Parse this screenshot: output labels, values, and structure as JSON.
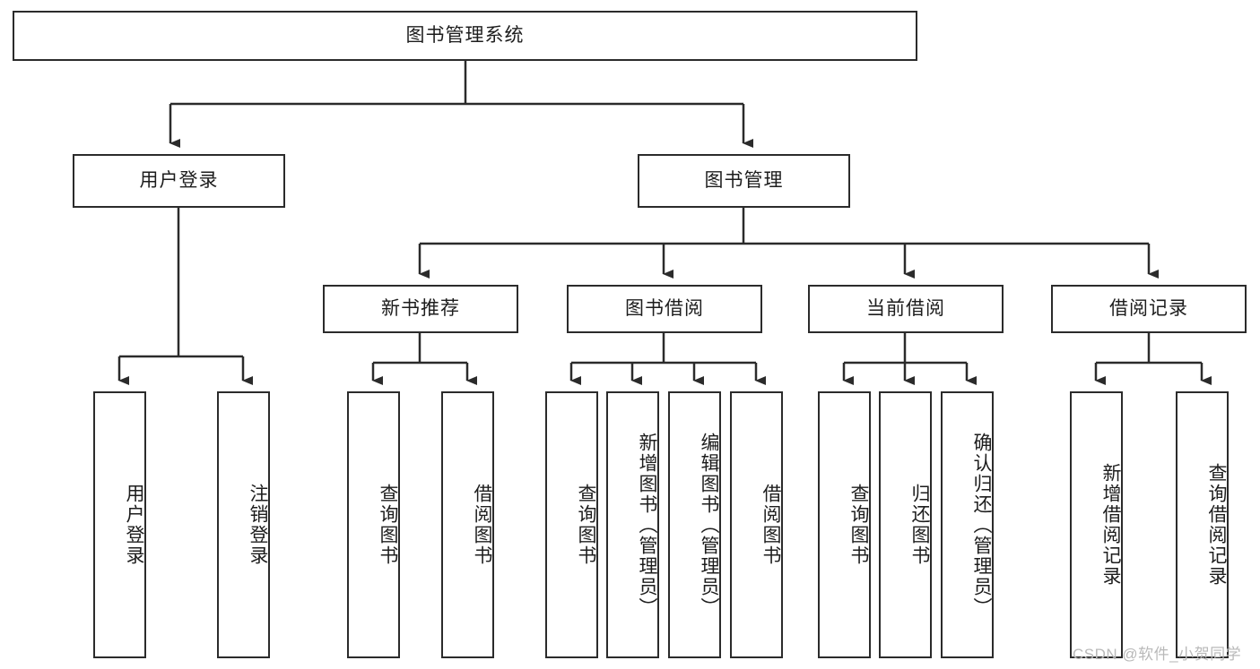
{
  "diagram": {
    "type": "tree-hierarchy-chart",
    "title": "图书管理系统",
    "orientation": "top-down",
    "line_color": "#2b2b2b",
    "box_fill": "#ffffff",
    "text_color": "#1d1d1d"
  },
  "nodes": {
    "root": {
      "label": "图书管理系统",
      "level": 1
    },
    "l2": [
      {
        "id": "user_login",
        "label": "用户登录",
        "level": 2
      },
      {
        "id": "book_manage",
        "label": "图书管理",
        "level": 2
      }
    ],
    "l3": [
      {
        "id": "new_book_rec",
        "label": "新书推荐",
        "level": 3
      },
      {
        "id": "book_borrow",
        "label": "图书借阅",
        "level": 3
      },
      {
        "id": "current_borrow",
        "label": "当前借阅",
        "level": 3
      },
      {
        "id": "borrow_record",
        "label": "借阅记录",
        "level": 3
      }
    ],
    "leaves": [
      {
        "id": "leaf_user_login",
        "label": "用户登录",
        "parent": "user_login"
      },
      {
        "id": "leaf_logout",
        "label": "注销登录",
        "parent": "user_login"
      },
      {
        "id": "leaf_query_book_1",
        "label": "查询图书",
        "parent": "new_book_rec"
      },
      {
        "id": "leaf_borrow_book_1",
        "label": "借阅图书",
        "parent": "new_book_rec"
      },
      {
        "id": "leaf_query_book_2",
        "label": "查询图书",
        "parent": "book_borrow"
      },
      {
        "id": "leaf_add_book",
        "label": "新增图书（管理员）",
        "parent": "book_borrow"
      },
      {
        "id": "leaf_edit_book",
        "label": "编辑图书（管理员）",
        "parent": "book_borrow"
      },
      {
        "id": "leaf_borrow_book_2",
        "label": "借阅图书",
        "parent": "book_borrow"
      },
      {
        "id": "leaf_query_book_3",
        "label": "查询图书",
        "parent": "current_borrow"
      },
      {
        "id": "leaf_return_book",
        "label": "归还图书",
        "parent": "current_borrow"
      },
      {
        "id": "leaf_confirm_return",
        "label": "确认归还（管理员）",
        "parent": "current_borrow"
      },
      {
        "id": "leaf_add_record",
        "label": "新增借阅记录",
        "parent": "borrow_record"
      },
      {
        "id": "leaf_query_record",
        "label": "查询借阅记录",
        "parent": "borrow_record"
      }
    ]
  },
  "watermark": {
    "text": "CSDN @软件_小贺同学"
  }
}
